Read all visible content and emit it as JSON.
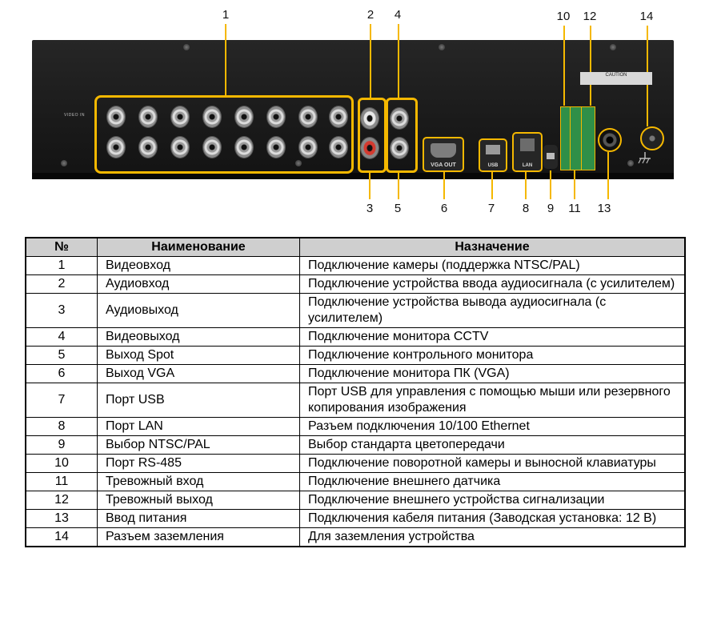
{
  "callouts": [
    "1",
    "2",
    "3",
    "4",
    "5",
    "6",
    "7",
    "8",
    "9",
    "10",
    "11",
    "12",
    "13",
    "14"
  ],
  "panel_labels": {
    "video_in": "VIDEO IN",
    "vga_out": "VGA OUT",
    "usb": "USB",
    "lan": "LAN",
    "caution": "CAUTION"
  },
  "table": {
    "headers": [
      "№",
      "Наименование",
      "Назначение"
    ],
    "rows": [
      {
        "num": "1",
        "name": "Видеовход",
        "purpose": "Подключение камеры (поддержка NTSC/PAL)"
      },
      {
        "num": "2",
        "name": "Аудиовход",
        "purpose": "Подключение устройства ввода аудиосигнала (с усилителем)"
      },
      {
        "num": "3",
        "name": "Аудиовыход",
        "purpose": "Подключение устройства вывода аудиосигнала (с усилителем)"
      },
      {
        "num": "4",
        "name": "Видеовыход",
        "purpose": "Подключение монитора CCTV"
      },
      {
        "num": "5",
        "name": "Выход Spot",
        "purpose": "Подключение контрольного монитора"
      },
      {
        "num": "6",
        "name": "Выход VGA",
        "purpose": "Подключение монитора ПК (VGA)"
      },
      {
        "num": "7",
        "name": "Порт USB",
        "purpose": "Порт USB для управления с помощью мыши или резервного копирования изображения"
      },
      {
        "num": "8",
        "name": "Порт LAN",
        "purpose": "Разъем подключения 10/100 Ethernet"
      },
      {
        "num": "9",
        "name": "Выбор NTSC/PAL",
        "purpose": "Выбор стандарта цветопередачи"
      },
      {
        "num": "10",
        "name": "Порт RS-485",
        "purpose": "Подключение поворотной камеры и выносной клавиатуры"
      },
      {
        "num": "11",
        "name": "Тревожный вход",
        "purpose": "Подключение внешнего датчика"
      },
      {
        "num": "12",
        "name": "Тревожный выход",
        "purpose": "Подключение внешнего устройства сигнализации"
      },
      {
        "num": "13",
        "name": "Ввод питания",
        "purpose": "Подключения кабеля питания (Заводская установка: 12 В)"
      },
      {
        "num": "14",
        "name": "Разъем заземления",
        "purpose": "Для заземления устройства"
      }
    ]
  },
  "colors": {
    "highlight": "#f5b800",
    "chassis": "#1c1c1c",
    "header_bg": "#cfcfcf"
  }
}
